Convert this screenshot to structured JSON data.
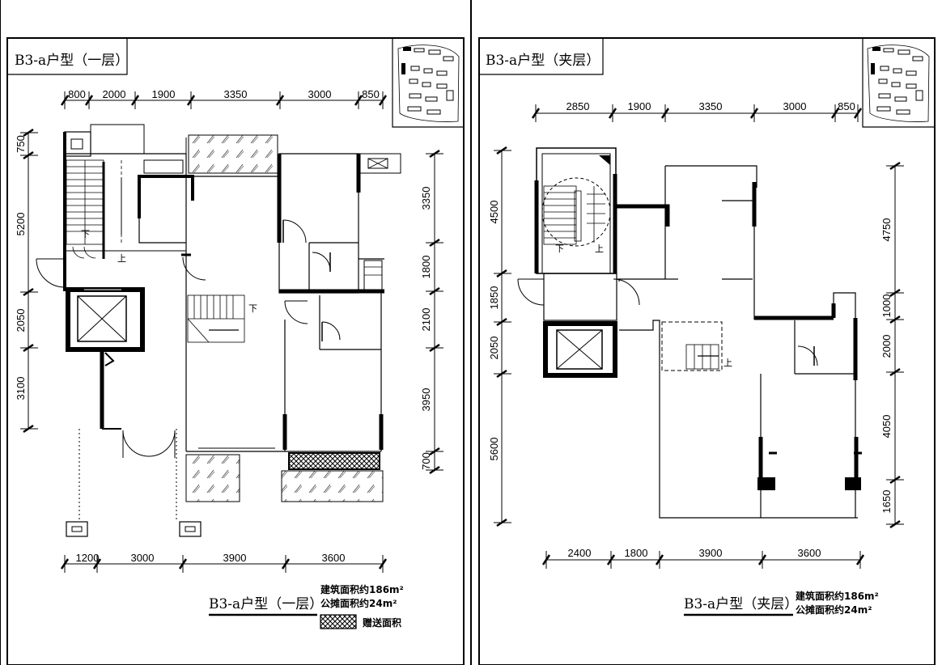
{
  "panels": {
    "ground": {
      "title": "B3-a户型（一层）",
      "top_dims": [
        "800",
        "2000",
        "1900",
        "3350",
        "3000",
        "850"
      ],
      "bottom_dims": [
        "1200",
        "3000",
        "3900",
        "3600"
      ],
      "left_dims": [
        "750",
        "5200",
        "2050",
        "3100"
      ],
      "right_dims": [
        "3350",
        "1800",
        "2100",
        "3950",
        "700"
      ],
      "caption": "B3-a户型（一层）",
      "area_build": "建筑面积约186m²",
      "area_shared": "公摊面积约24m²",
      "legend_label": "赠送面积",
      "stair_marks": [
        "下",
        "上",
        "下"
      ]
    },
    "mezzanine": {
      "title": "B3-a户型（夹层）",
      "top_dims": [
        "2850",
        "1900",
        "3350",
        "3000",
        "850"
      ],
      "bottom_dims": [
        "2400",
        "1800",
        "3900",
        "3600"
      ],
      "left_dims": [
        "4500",
        "1850",
        "2050",
        "5600"
      ],
      "right_dims": [
        "4750",
        "1000",
        "2000",
        "4050",
        "1650"
      ],
      "caption": "B3-a户型（夹层）",
      "area_build": "建筑面积约186m²",
      "area_shared": "公摊面积约24m²",
      "stair_marks": [
        "下",
        "上",
        "上"
      ]
    }
  }
}
